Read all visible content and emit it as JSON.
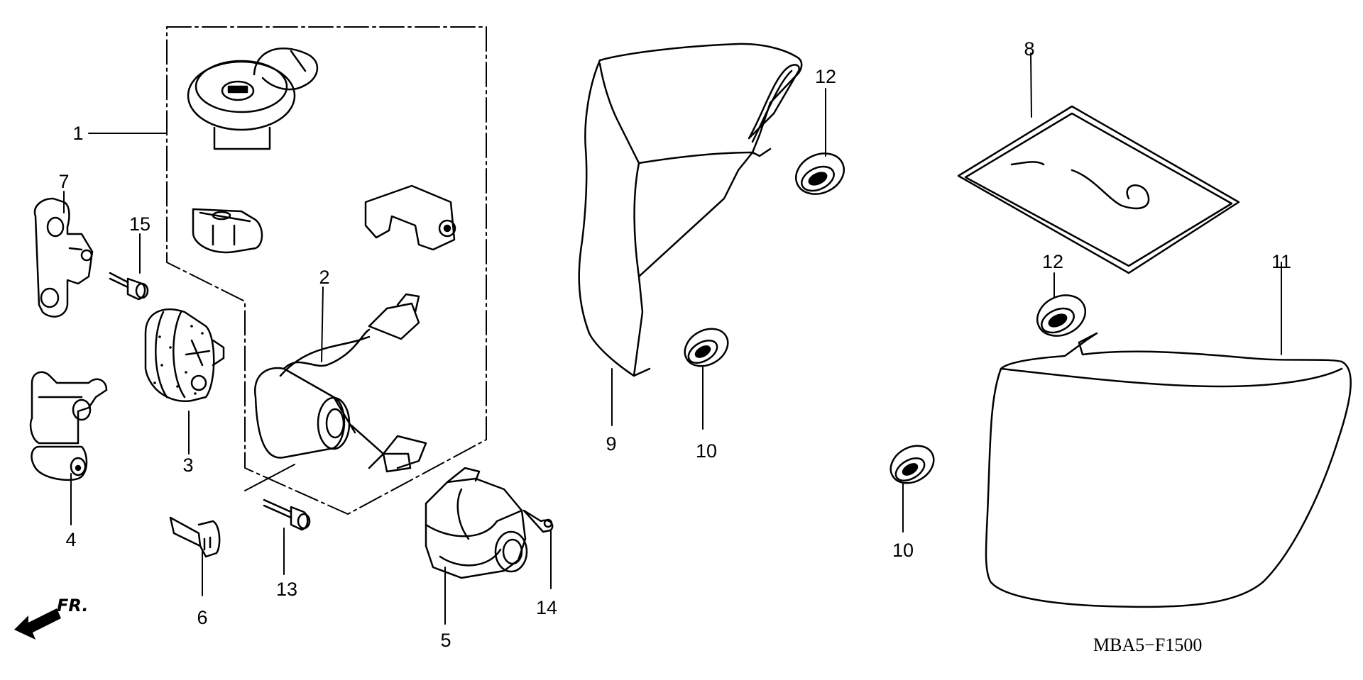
{
  "diagram": {
    "drawing_code": "MBA5−F1500",
    "front_indicator": "FR.",
    "callouts": [
      {
        "id": "1",
        "part": "ignition-switch-set"
      },
      {
        "id": "2",
        "part": "seat-lock-cylinder"
      },
      {
        "id": "3",
        "part": "lock-body"
      },
      {
        "id": "4",
        "part": "hinge-bracket"
      },
      {
        "id": "5",
        "part": "fuel-lid-lock"
      },
      {
        "id": "6",
        "part": "key"
      },
      {
        "id": "7",
        "part": "stay-plate"
      },
      {
        "id": "8",
        "part": "mat"
      },
      {
        "id": "9",
        "part": "left-side-cover"
      },
      {
        "id": "10",
        "part": "grommet"
      },
      {
        "id": "10",
        "part": "grommet"
      },
      {
        "id": "11",
        "part": "right-side-cover"
      },
      {
        "id": "12",
        "part": "grommet"
      },
      {
        "id": "12",
        "part": "grommet"
      },
      {
        "id": "13",
        "part": "bolt"
      },
      {
        "id": "14",
        "part": "screw"
      },
      {
        "id": "15",
        "part": "bolt"
      }
    ]
  }
}
